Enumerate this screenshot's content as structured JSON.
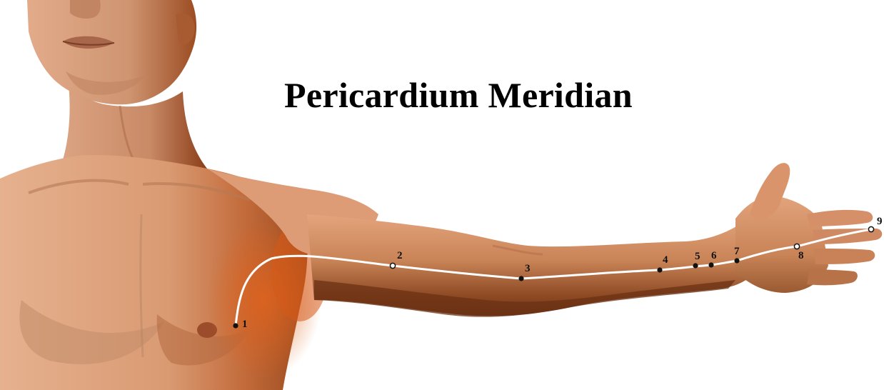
{
  "title": "Pericardium Meridian",
  "colors": {
    "background": "#ffffff",
    "skin_light": "#e7b08c",
    "skin_mid": "#c9885d",
    "skin_dark": "#7a3a16",
    "skin_orange": "#d9601c",
    "meridian_line": "#ffffff",
    "point": "#111111",
    "label": "#111111"
  },
  "points": [
    {
      "id": "1",
      "label": "1",
      "style": "filled"
    },
    {
      "id": "2",
      "label": "2",
      "style": "open"
    },
    {
      "id": "3",
      "label": "3",
      "style": "filled"
    },
    {
      "id": "4",
      "label": "4",
      "style": "filled"
    },
    {
      "id": "5",
      "label": "5",
      "style": "filled"
    },
    {
      "id": "6",
      "label": "6",
      "style": "filled"
    },
    {
      "id": "7",
      "label": "7",
      "style": "filled"
    },
    {
      "id": "8",
      "label": "8",
      "style": "open"
    },
    {
      "id": "9",
      "label": "9",
      "style": "open"
    }
  ]
}
